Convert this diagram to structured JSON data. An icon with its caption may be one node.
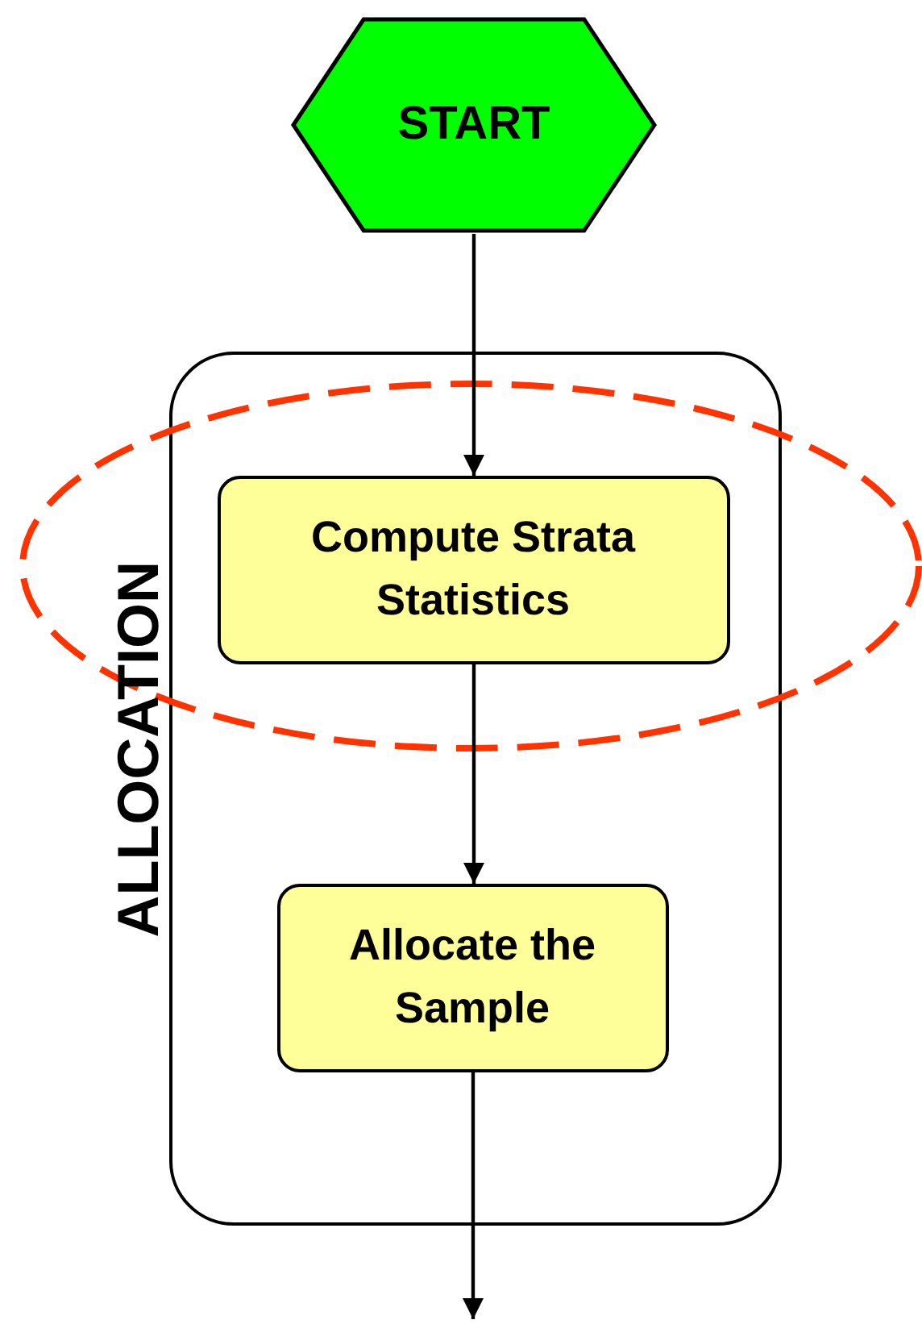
{
  "diagram": {
    "nodes": [
      {
        "text": [
          "START"
        ]
      },
      {
        "text": [
          "ALLOCATION"
        ]
      },
      {
        "text": [
          "Compute Strata Statistics"
        ],
        "in": 1
      },
      {
        "text": [
          "Allocate the Sample"
        ],
        "in": 1
      }
    ],
    "edges": [
      {
        "from": 0,
        "to": 2,
        "arrow": "to"
      },
      {
        "from": 2,
        "to": 3,
        "arrow": "to"
      },
      {
        "from": 3,
        "to": null,
        "arrow": "to"
      }
    ]
  }
}
